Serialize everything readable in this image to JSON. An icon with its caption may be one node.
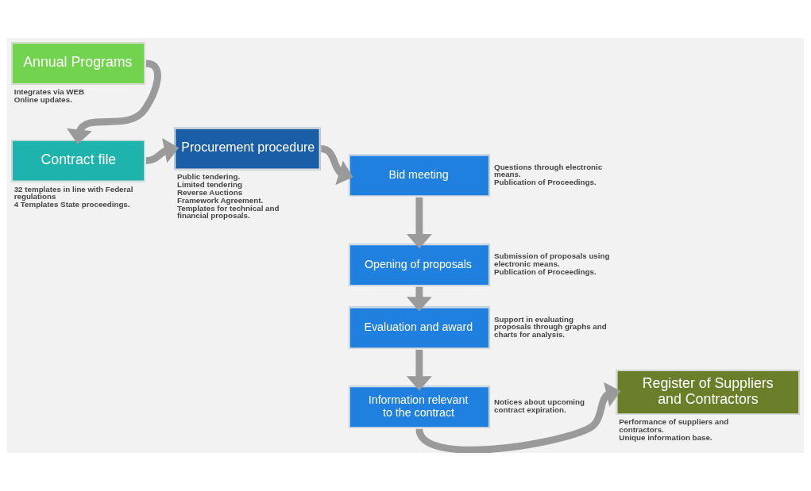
{
  "diagram": {
    "nodes": [
      {
        "text": [
          "Annual Programs"
        ],
        "beside": [
          "Integrates via WEB",
          "Online updates."
        ]
      },
      {
        "text": [
          "Contract file"
        ],
        "beside": [
          "32 templates in line with Federal regulations",
          "4 Templates State proceedings."
        ]
      },
      {
        "text": [
          "Procurement procedure"
        ],
        "beside": [
          "Public tendering.",
          "Limited tendering",
          "Reverse Auctions",
          "Framework Agreement.",
          "Templates for technical and financial proposals."
        ]
      },
      {
        "text": [
          "Bid meeting"
        ],
        "beside": [
          "Questions through electronic means.",
          "Publication of Proceedings."
        ]
      },
      {
        "text": [
          "Opening of proposals"
        ],
        "beside": [
          "Submission of proposals using electronic means.",
          "Publication of Proceedings."
        ]
      },
      {
        "text": [
          "Evaluation and award"
        ],
        "beside": [
          "Support in evaluating proposals through graphs and charts for analysis."
        ]
      },
      {
        "text": [
          "Information relevant to the contract"
        ],
        "beside": [
          "Notices about upcoming contract expiration."
        ]
      },
      {
        "text": [
          "Register of Suppliers and Contractors"
        ],
        "beside": [
          "Performance of suppliers and contractors.",
          "Unique information base."
        ]
      }
    ],
    "edges": [
      {
        "from": 0,
        "to": 1,
        "arrow": "to"
      },
      {
        "from": 1,
        "to": 2,
        "arrow": "to"
      },
      {
        "from": 2,
        "to": 3,
        "arrow": "to"
      },
      {
        "from": 3,
        "to": 4,
        "arrow": "to"
      },
      {
        "from": 4,
        "to": 5,
        "arrow": "to"
      },
      {
        "from": 5,
        "to": 6,
        "arrow": "to"
      },
      {
        "from": 6,
        "to": 7,
        "arrow": "to"
      }
    ]
  }
}
